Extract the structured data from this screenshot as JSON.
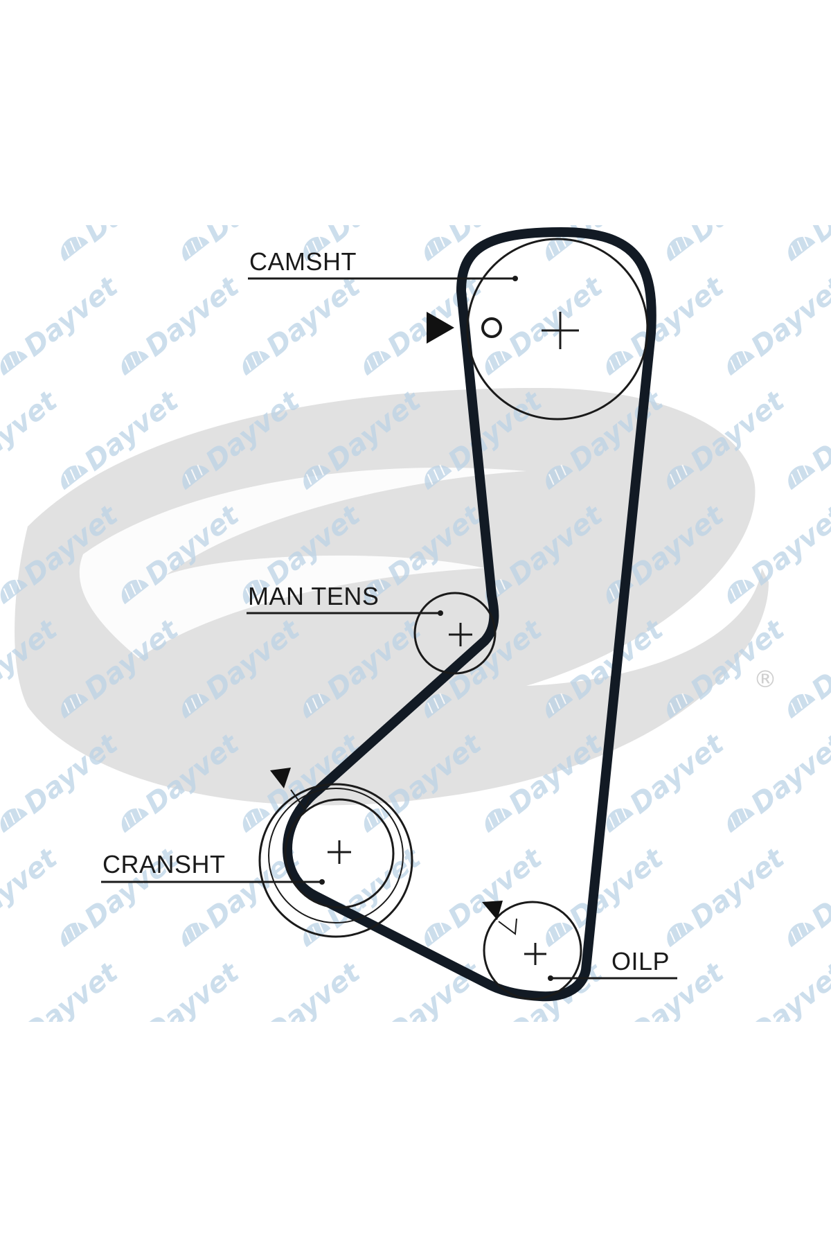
{
  "diagram": {
    "labels": {
      "camshaft": "CAMSHT",
      "manual_tensioner": "MAN TENS",
      "crankshaft": "CRANSHT",
      "oil_pump": "OILP"
    },
    "watermark": {
      "brand": "Dayvet",
      "registered_mark": "®"
    },
    "colors": {
      "belt": "#121a24",
      "pulley_outline": "#1a1a1a",
      "watermark_blue": "#bcd3e6",
      "background_logo_gray": "#dcdcdc",
      "background": "#ffffff"
    },
    "icons": {
      "timing_marker": "timing-mark-triangle",
      "alignment_mark": "alignment-circle",
      "pulley_center": "plus-crosshair"
    }
  }
}
